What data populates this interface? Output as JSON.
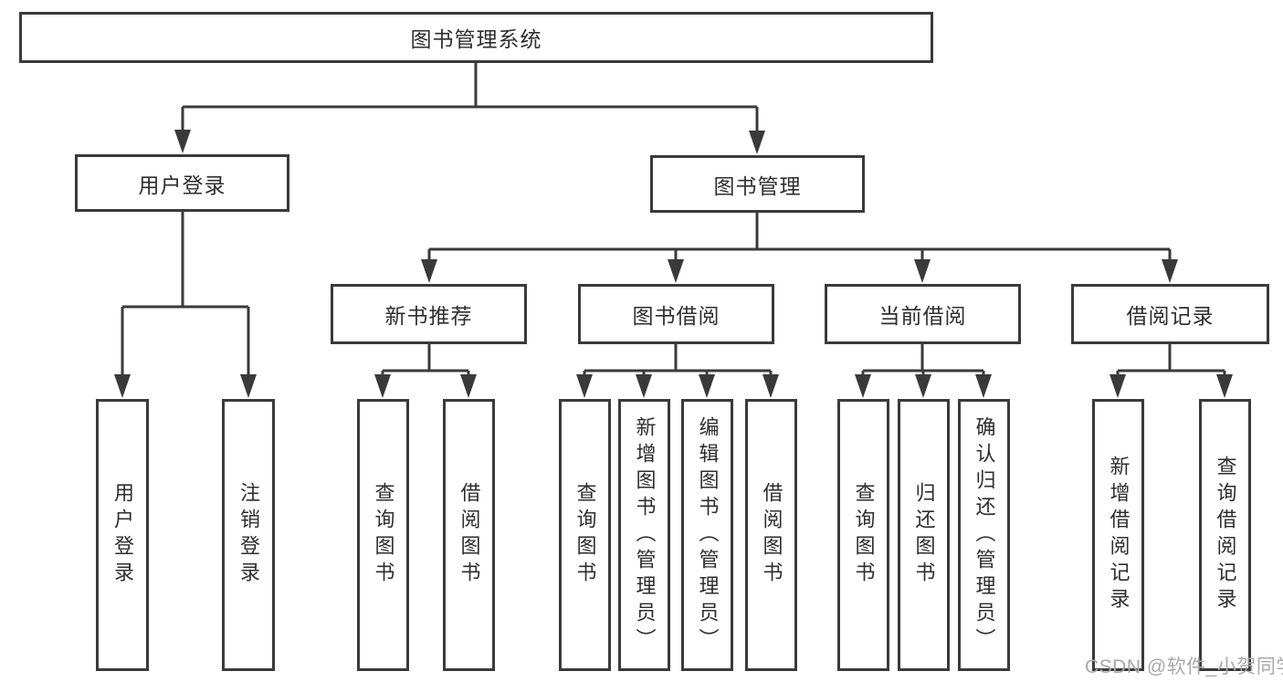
{
  "diagram": {
    "title_node": {
      "label": "图书管理系统"
    },
    "level2": [
      {
        "label": "用户登录"
      },
      {
        "label": "图书管理"
      }
    ],
    "level3": [
      {
        "label": "新书推荐"
      },
      {
        "label": "图书借阅"
      },
      {
        "label": "当前借阅"
      },
      {
        "label": "借阅记录"
      }
    ],
    "leaves": {
      "user": [
        {
          "label": "用户登录"
        },
        {
          "label": "注销登录"
        }
      ],
      "recommend": [
        {
          "label": "查询图书"
        },
        {
          "label": "借阅图书"
        }
      ],
      "borrow": [
        {
          "label": "查询图书"
        },
        {
          "label": "新增图书（管理员）"
        },
        {
          "label": "编辑图书（管理员）"
        },
        {
          "label": "借阅图书"
        }
      ],
      "current": [
        {
          "label": "查询图书"
        },
        {
          "label": "归还图书"
        },
        {
          "label": "确认归还（管理员）"
        }
      ],
      "records": [
        {
          "label": "新增借阅记录"
        },
        {
          "label": "查询借阅记录"
        }
      ]
    }
  },
  "watermark": {
    "text": "CSDN @软件_小贺同学"
  },
  "colors": {
    "line": "#3a3a3a",
    "text": "#2e2e2e",
    "watermark": "#a8a8a8",
    "background": "#ffffff"
  }
}
